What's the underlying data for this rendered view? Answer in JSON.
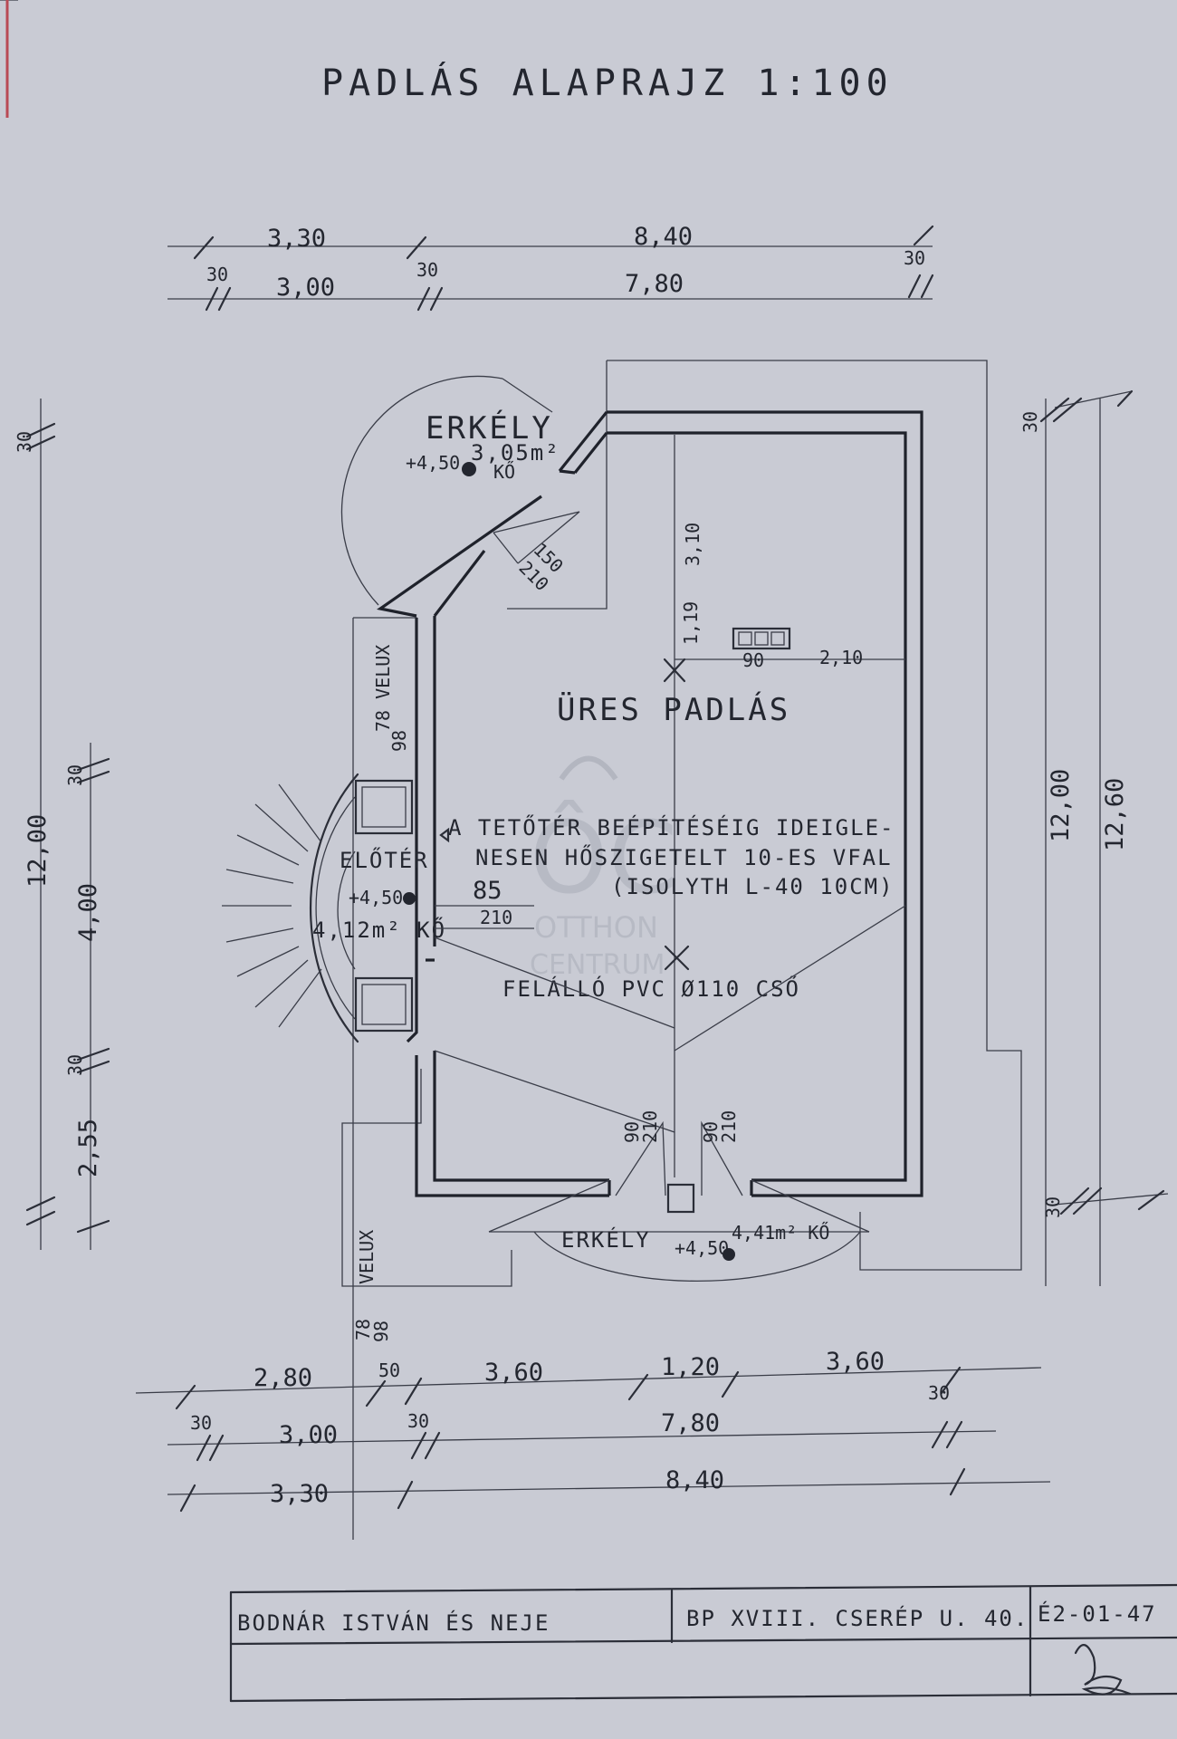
{
  "title": "PADLÁS ALAPRAJZ 1:100",
  "rooms": {
    "main": "ÜRES PADLÁS",
    "balcony_top": "ERKÉLY",
    "balcony_top_area": "3,05m²",
    "balcony_top_floor": "KŐ",
    "balcony_top_level": "+4,50",
    "balcony_bottom": "ERKÉLY",
    "balcony_bottom_area": "4,41m² KŐ",
    "balcony_bottom_level": "+4,50",
    "hall": "ELŐTÉR",
    "hall_level": "+4,50",
    "hall_area": "4,12m² KŐ"
  },
  "notes": {
    "line1": "A TETŐTÉR BEÉPÍTÉSÉIG IDEIGLE-",
    "line2": "NESEN HŐSZIGETELT 10-ES VFAL",
    "line3": "(ISOLYTH L-40 10CM)",
    "riser": "FELÁLLÓ PVC Ø110 CSŐ"
  },
  "labels": {
    "velux_upper": "78 VELUX",
    "velux_upper_2": "98",
    "velux_lower": "VELUX",
    "velux_bottom_a": "78",
    "velux_bottom_b": "98"
  },
  "dims": {
    "top_row1_a": "3,30",
    "top_row1_b": "8,40",
    "top_row2_a": "3,00",
    "top_row2_b": "7,80",
    "top_t1": "30",
    "top_t2": "30",
    "top_t3": "30",
    "right_t": "30",
    "right_t2": "30",
    "right_h1": "12,00",
    "right_h2": "12,60",
    "left_t1": "30",
    "left_t2": "30",
    "left_t3": "30",
    "left_h1": "12,00",
    "left_h2": "4,00",
    "left_h3": "2,55",
    "inner_310": "3,10",
    "inner_119": "1,19",
    "inner_90": "90",
    "inner_210": "2,10",
    "door_150": "150",
    "door_210": "210",
    "door_85": "85",
    "door_85_h": "210",
    "door_b1": "90",
    "door_b1_h": "210",
    "door_b2": "90",
    "door_b2_h": "210",
    "bot_row1_a": "2,80",
    "bot_row1_b": "50",
    "bot_row1_c": "3,60",
    "bot_row1_d": "1,20",
    "bot_row1_e": "3,60",
    "bot_row2_t1": "30",
    "bot_row2_a": "3,00",
    "bot_row2_t2": "30",
    "bot_row2_b": "7,80",
    "bot_row2_t3": "30",
    "bot_row3_a": "3,30",
    "bot_row3_b": "8,40"
  },
  "title_block": {
    "owner": "BODNÁR ISTVÁN ÉS NEJE",
    "address": "BP XVIII. CSERÉP U. 40.",
    "code": "É2-01-47"
  },
  "watermark": {
    "line1": "OTTHON",
    "line2": "CENTRUM"
  }
}
